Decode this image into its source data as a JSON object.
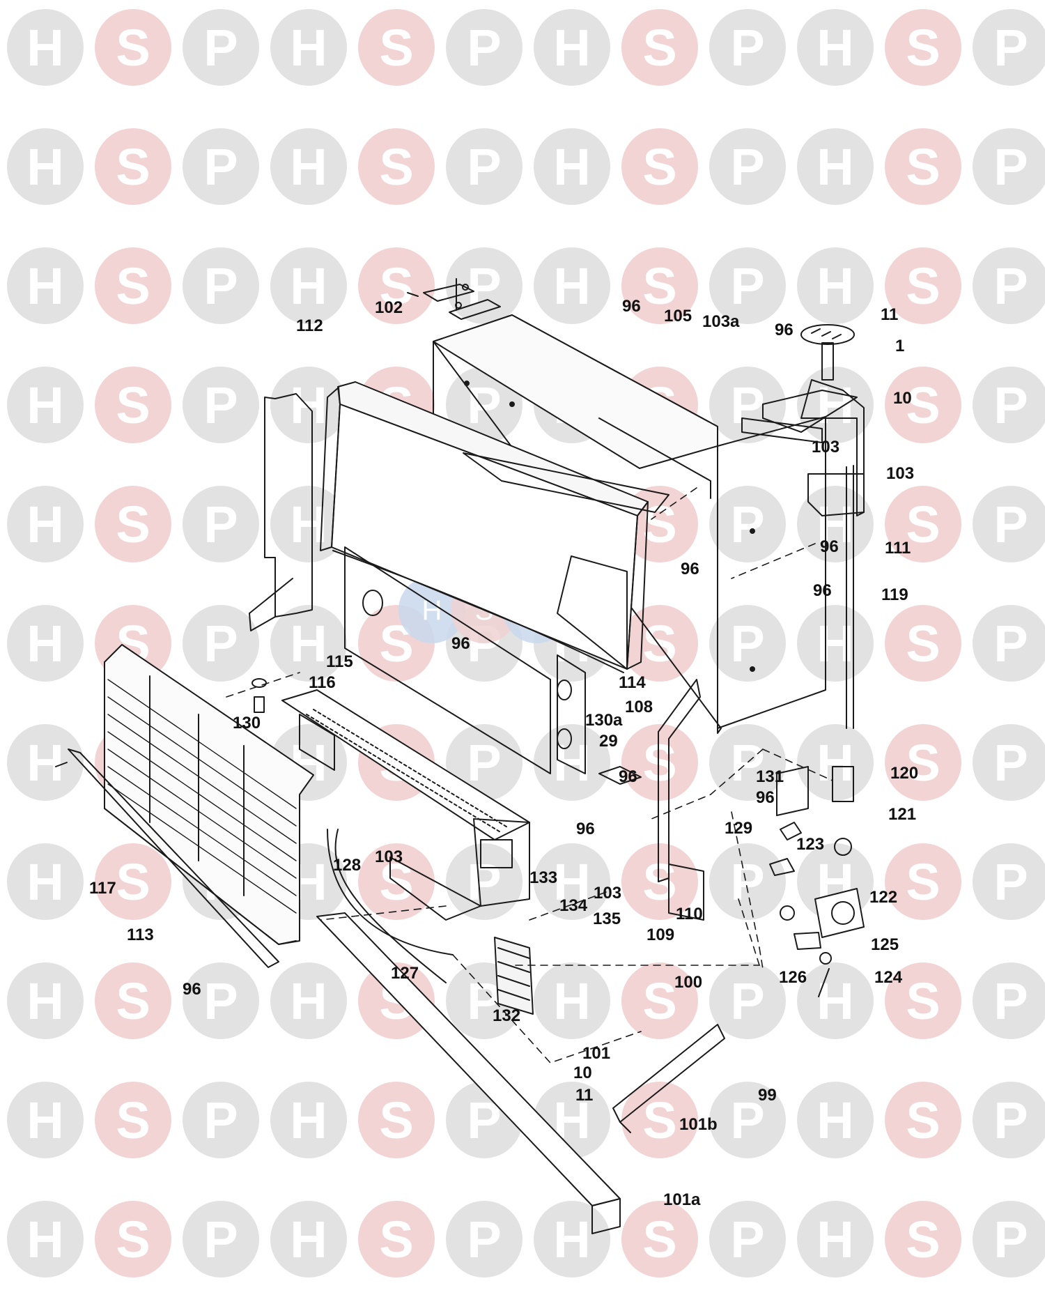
{
  "watermark": {
    "letters": [
      "H",
      "S",
      "P"
    ],
    "colors": {
      "H": "#e2e2e2",
      "S": "#f2d4d4",
      "P": "#e2e2e2",
      "letter": "#ffffff"
    },
    "center_colors": [
      "#c9d8ec",
      "#f0d2d2",
      "#c9d8ec"
    ]
  },
  "diagram": {
    "line_color": "#1a1a1a",
    "labels": {
      "l102": "102",
      "l96a": "96",
      "l105": "105",
      "l103a_top": "103a",
      "l96b": "96",
      "l11_top": "11",
      "l1_top": "1",
      "l10_top": "10",
      "l112": "112",
      "l103_r1": "103",
      "l103_r2": "103",
      "l96c": "96",
      "l111": "111",
      "l96d": "96",
      "l96e": "96",
      "l119": "119",
      "l96f": "96",
      "l115": "115",
      "l116": "116",
      "l114": "114",
      "l108": "108",
      "l130": "130",
      "l130a": "130a",
      "l29": "29",
      "l96g": "96",
      "l120": "120",
      "l131": "131",
      "l96h": "96",
      "l121": "121",
      "l96i": "96",
      "l129": "129",
      "l123": "123",
      "l128": "128",
      "l103_b": "103",
      "l133": "133",
      "l117": "117",
      "l134": "134",
      "l103_c": "103",
      "l110": "110",
      "l122": "122",
      "l135": "135",
      "l113": "113",
      "l109": "109",
      "l125": "125",
      "l127": "127",
      "l96j": "96",
      "l126": "126",
      "l124": "124",
      "l132": "132",
      "l100": "100",
      "l101": "101",
      "l10": "10",
      "l11": "11",
      "l99": "99",
      "l101b": "101b",
      "l101a": "101a"
    }
  }
}
